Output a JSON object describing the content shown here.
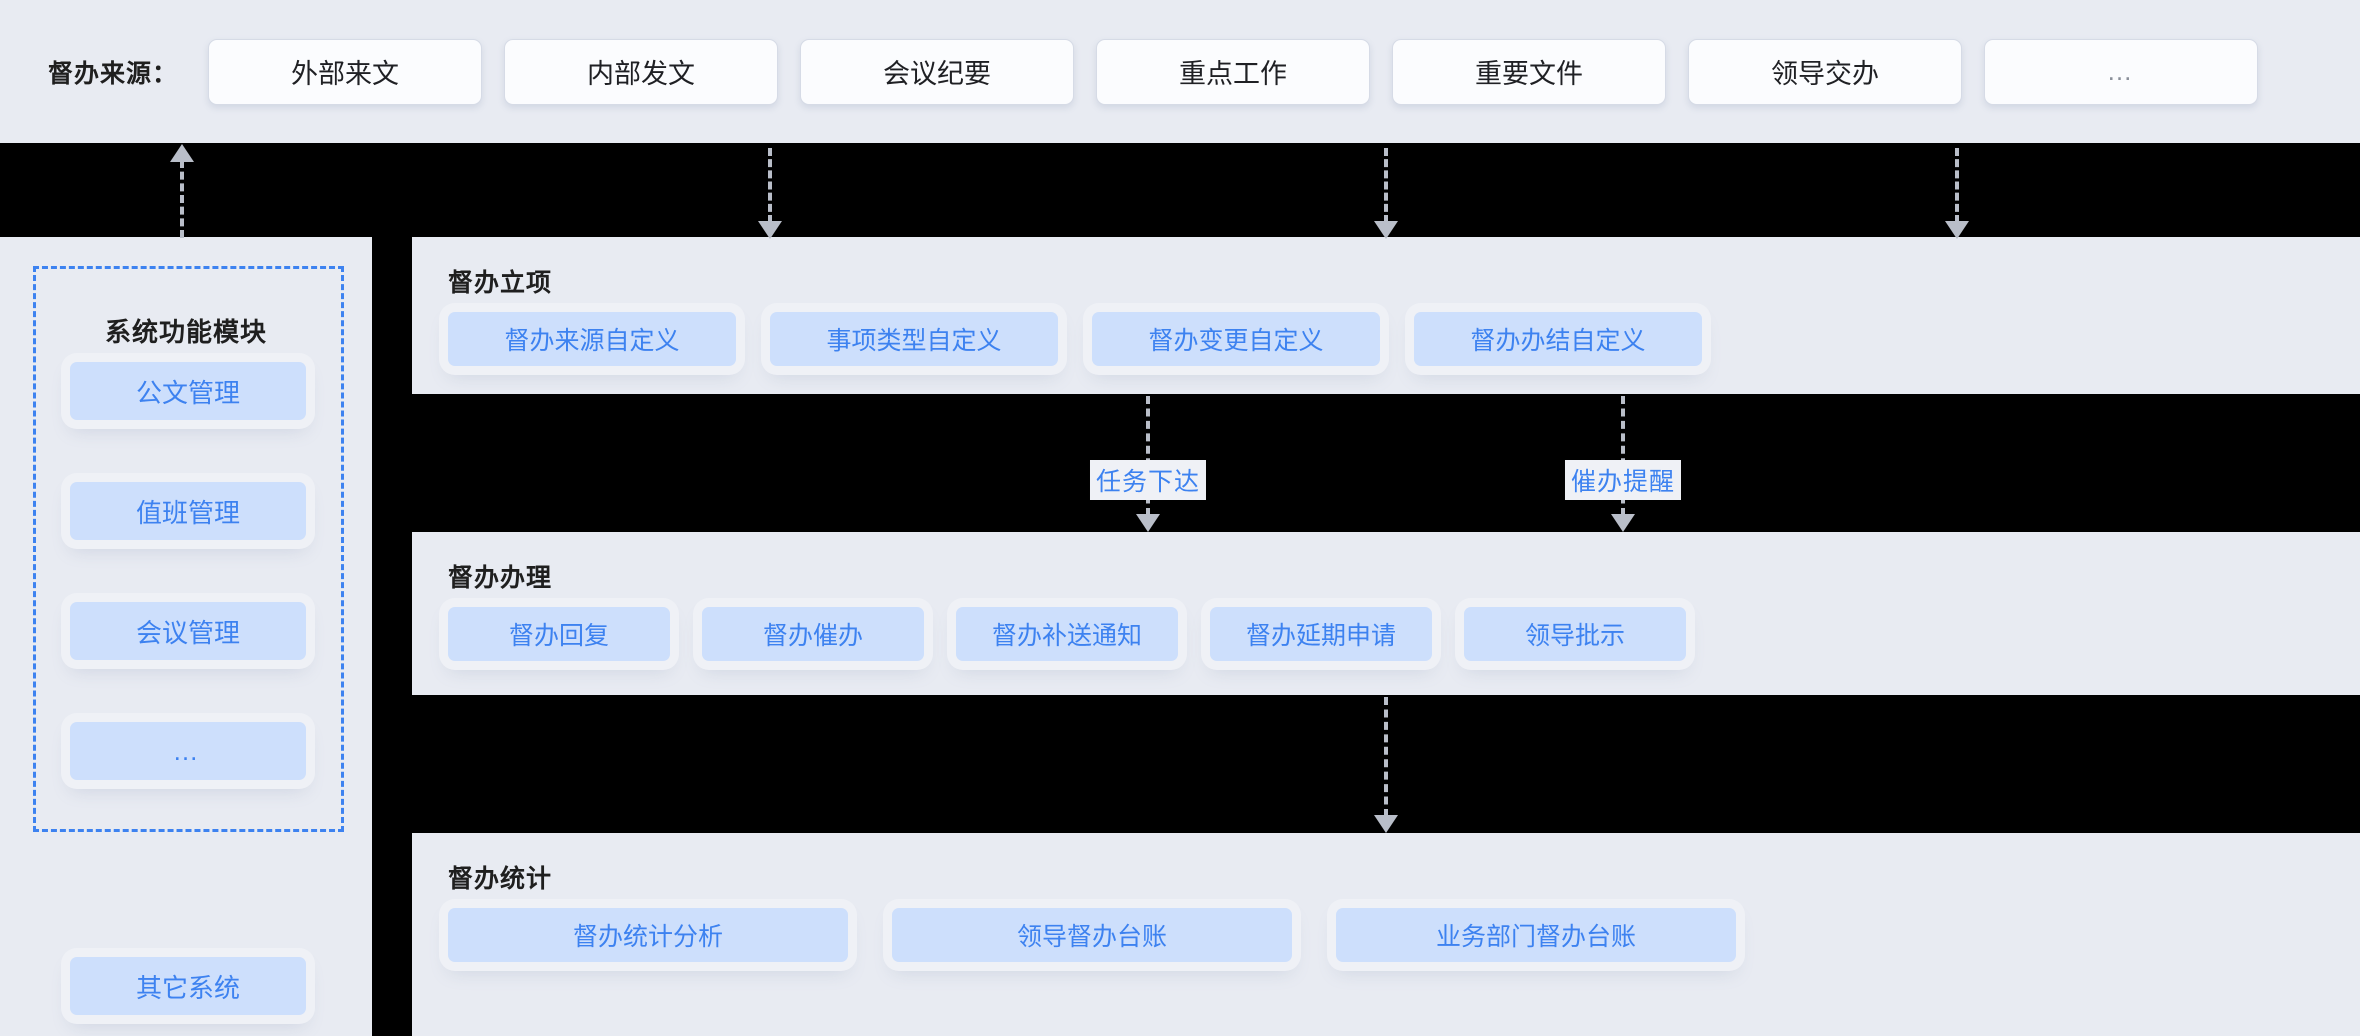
{
  "top": {
    "label": "督办来源：",
    "sources": [
      {
        "text": "外部来文",
        "name": "source-external-doc"
      },
      {
        "text": "内部发文",
        "name": "source-internal-doc"
      },
      {
        "text": "会议纪要",
        "name": "source-meeting-minutes"
      },
      {
        "text": "重点工作",
        "name": "source-key-work"
      },
      {
        "text": "重要文件",
        "name": "source-important-file"
      },
      {
        "text": "领导交办",
        "name": "source-leader-assign"
      },
      {
        "text": "…",
        "name": "source-more"
      }
    ]
  },
  "sidebar": {
    "title": "系统功能模块",
    "modules": [
      {
        "text": "公文管理",
        "name": "module-document-management"
      },
      {
        "text": "值班管理",
        "name": "module-duty-management"
      },
      {
        "text": "会议管理",
        "name": "module-meeting-management"
      },
      {
        "text": "…",
        "name": "module-more"
      }
    ],
    "other_system": "其它系统"
  },
  "sections": [
    {
      "title": "督办立项",
      "items": [
        "督办来源自定义",
        "事项类型自定义",
        "督办变更自定义",
        "督办办结自定义"
      ]
    },
    {
      "title": "督办办理",
      "items": [
        "督办回复",
        "督办催办",
        "督办补送通知",
        "督办延期申请",
        "领导批示"
      ]
    },
    {
      "title": "督办统计",
      "items": [
        "督办统计分析",
        "领导督办台账",
        "业务部门督办台账"
      ]
    }
  ],
  "flow_labels": [
    {
      "text": "任务下达",
      "name": "flow-label-task-dispatch"
    },
    {
      "text": "催办提醒",
      "name": "flow-label-urge-remind"
    }
  ],
  "colors": {
    "panel_bg": "#e8ebf2",
    "chip_bg": "#cddffc",
    "accent": "#3d82f0",
    "band": "#000000",
    "arrow": "#b9bec9"
  }
}
